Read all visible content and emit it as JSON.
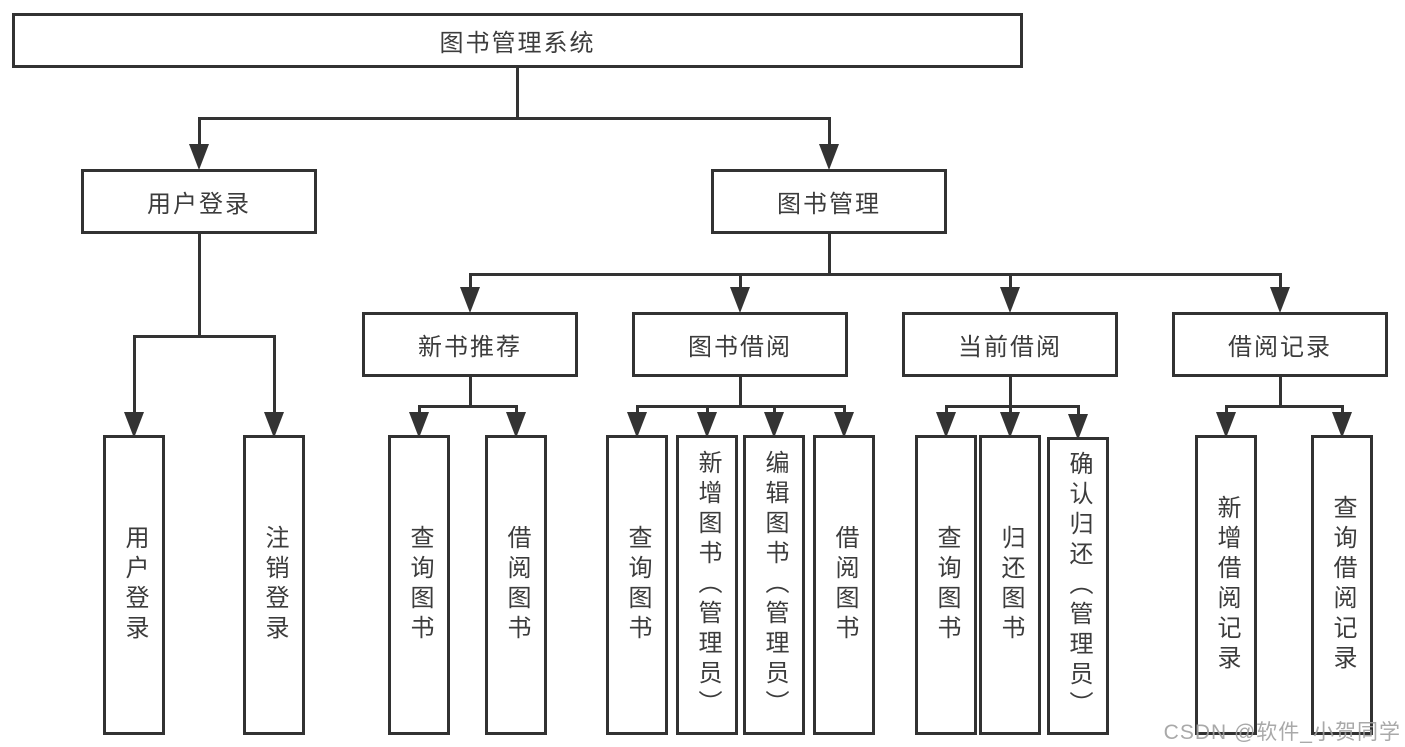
{
  "diagram": {
    "root": {
      "label": "图书管理系统"
    },
    "branches": [
      {
        "label": "用户登录",
        "children": [
          {
            "label": "用户登录"
          },
          {
            "label": "注销登录"
          }
        ]
      },
      {
        "label": "图书管理",
        "children": [
          {
            "label": "新书推荐",
            "children": [
              {
                "label": "查询图书"
              },
              {
                "label": "借阅图书"
              }
            ]
          },
          {
            "label": "图书借阅",
            "children": [
              {
                "label": "查询图书"
              },
              {
                "label": "新增图书（管理员）"
              },
              {
                "label": "编辑图书（管理员）"
              },
              {
                "label": "借阅图书"
              }
            ]
          },
          {
            "label": "当前借阅",
            "children": [
              {
                "label": "查询图书"
              },
              {
                "label": "归还图书"
              },
              {
                "label": "确认归还（管理员）"
              }
            ]
          },
          {
            "label": "借阅记录",
            "children": [
              {
                "label": "新增借阅记录"
              },
              {
                "label": "查询借阅记录"
              }
            ]
          }
        ]
      }
    ]
  },
  "watermark": {
    "text": "CSDN @软件_小贺同学"
  },
  "colors": {
    "line": "#333333",
    "box_border": "#323232",
    "text": "#3c3c3c",
    "background": "#ffffff",
    "watermark": "#a0a0a0"
  }
}
